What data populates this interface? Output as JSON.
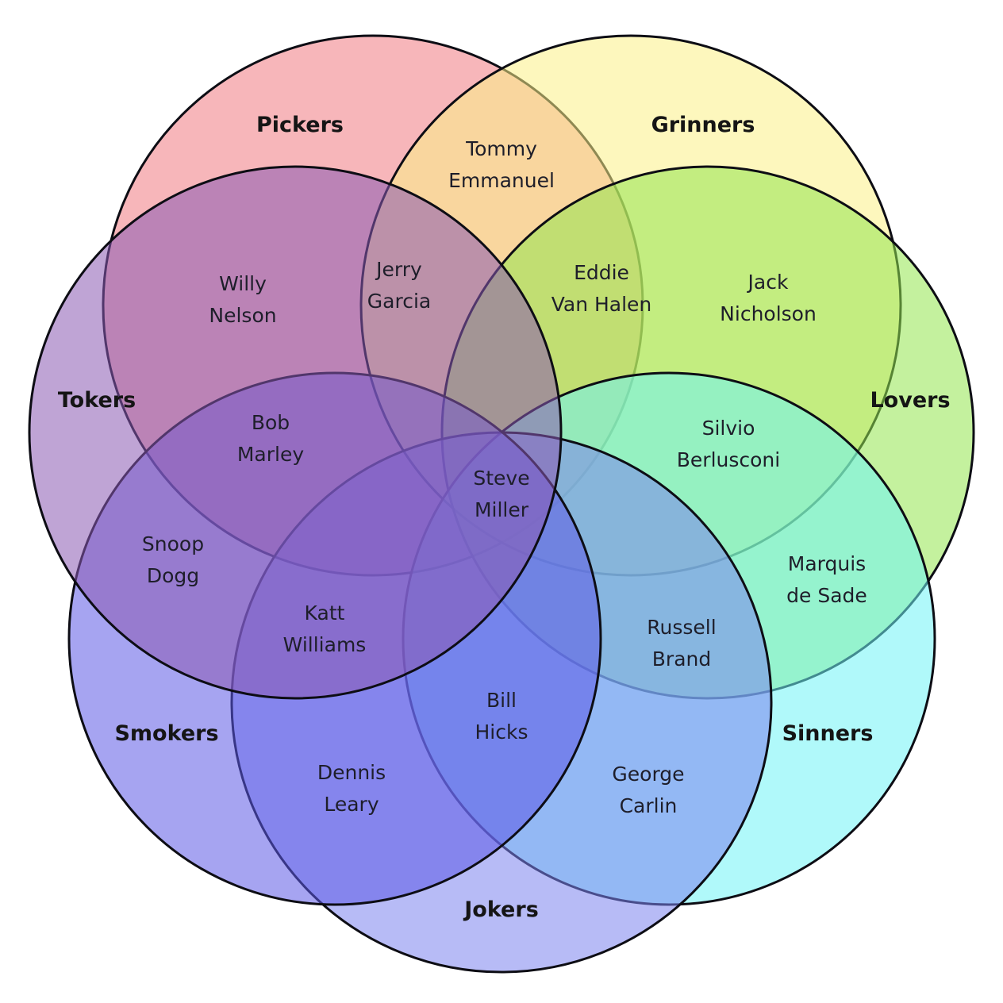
{
  "sets": [
    {
      "id": "pickers",
      "name": "Pickers",
      "color": "#f07a82"
    },
    {
      "id": "grinners",
      "name": "Grinners",
      "color": "#fbf087"
    },
    {
      "id": "lovers",
      "name": "Lovers",
      "color": "#94e64e"
    },
    {
      "id": "sinners",
      "name": "Sinners",
      "color": "#6ff4f6"
    },
    {
      "id": "jokers",
      "name": "Jokers",
      "color": "#7c84ef"
    },
    {
      "id": "smokers",
      "name": "Smokers",
      "color": "#5d5ae6"
    },
    {
      "id": "tokers",
      "name": "Tokers",
      "color": "#8a5ab2"
    }
  ],
  "members": [
    {
      "id": "tommy-emmanuel",
      "lines": [
        "Tommy",
        "Emmanuel"
      ]
    },
    {
      "id": "willy-nelson",
      "lines": [
        "Willy",
        "Nelson"
      ]
    },
    {
      "id": "jerry-garcia",
      "lines": [
        "Jerry",
        "Garcia"
      ]
    },
    {
      "id": "eddie-van-halen",
      "lines": [
        "Eddie",
        "Van Halen"
      ]
    },
    {
      "id": "jack-nicholson",
      "lines": [
        "Jack",
        "Nicholson"
      ]
    },
    {
      "id": "bob-marley",
      "lines": [
        "Bob",
        "Marley"
      ]
    },
    {
      "id": "silvio-berlusconi",
      "lines": [
        "Silvio",
        "Berlusconi"
      ]
    },
    {
      "id": "steve-miller",
      "lines": [
        "Steve",
        "Miller"
      ]
    },
    {
      "id": "snoop-dogg",
      "lines": [
        "Snoop",
        "Dogg"
      ]
    },
    {
      "id": "marquis-de-sade",
      "lines": [
        "Marquis",
        "de Sade"
      ]
    },
    {
      "id": "katt-williams",
      "lines": [
        "Katt",
        "Williams"
      ]
    },
    {
      "id": "russell-brand",
      "lines": [
        "Russell",
        "Brand"
      ]
    },
    {
      "id": "bill-hicks",
      "lines": [
        "Bill",
        "Hicks"
      ]
    },
    {
      "id": "dennis-leary",
      "lines": [
        "Dennis",
        "Leary"
      ]
    },
    {
      "id": "george-carlin",
      "lines": [
        "George",
        "Carlin"
      ]
    }
  ]
}
